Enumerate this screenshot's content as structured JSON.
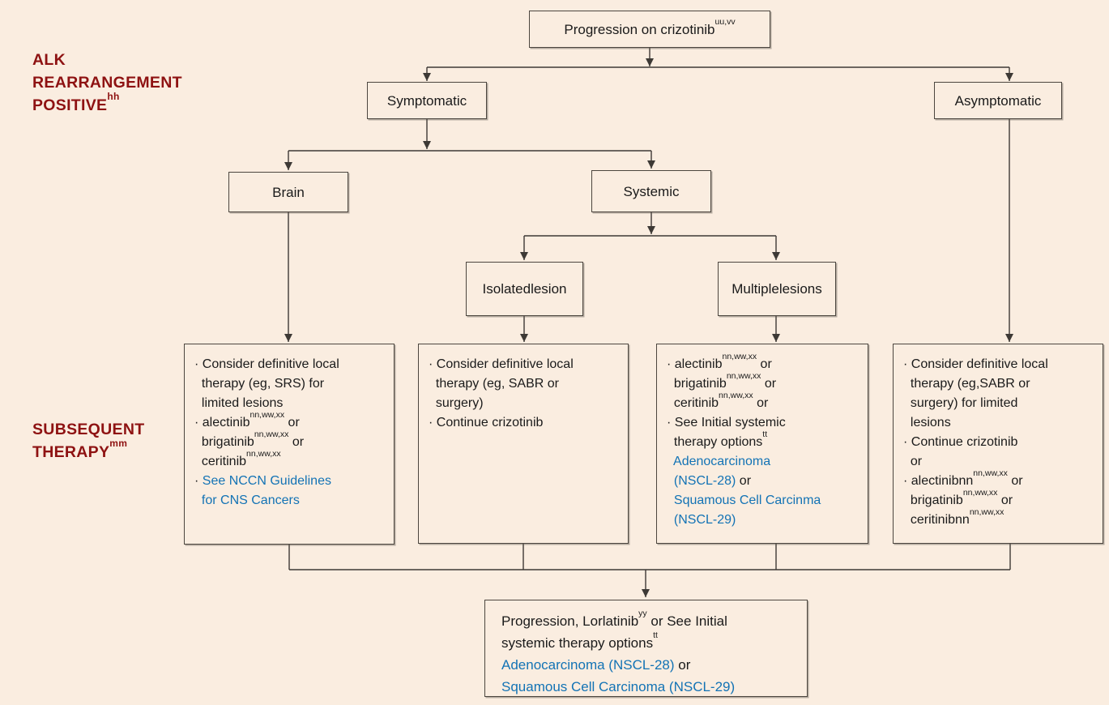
{
  "colors": {
    "background": "#FAEDE0",
    "box_border": "#4C463F",
    "line": "#3D3935",
    "heading": "#8E1212",
    "text": "#1A1A1A",
    "link": "#1373B5"
  },
  "labels": {
    "alk": [
      [
        {
          "t": "ALK"
        }
      ],
      [
        {
          "t": "REARRANGEMENT"
        }
      ],
      [
        {
          "t": "POSITIVE"
        },
        {
          "s": "hh"
        }
      ]
    ],
    "subsequent": [
      [
        {
          "t": "SUBSEQUENT"
        }
      ],
      [
        {
          "t": "THERAPY"
        },
        {
          "s": "mm"
        }
      ]
    ]
  },
  "nodes": {
    "progression": [
      [
        {
          "t": "Progression on crizotinib"
        },
        {
          "s": "uu,vv"
        }
      ]
    ],
    "symptomatic": [
      [
        {
          "t": "Symptomatic"
        }
      ]
    ],
    "asymptomatic": [
      [
        {
          "t": "Asymptomatic"
        }
      ]
    ],
    "brain": [
      [
        {
          "t": "Brain"
        }
      ]
    ],
    "systemic": [
      [
        {
          "t": "Systemic"
        }
      ]
    ],
    "isolated_lesion": [
      [
        {
          "t": "Isolated"
        }
      ],
      [
        {
          "t": "lesion"
        }
      ]
    ],
    "multiple_lesions": [
      [
        {
          "t": "Multiple"
        }
      ],
      [
        {
          "t": "lesions"
        }
      ]
    ],
    "therapy_brain": [
      [
        {
          "t": "· Consider definitive local"
        }
      ],
      [
        {
          "t": "  therapy (eg, SRS) for"
        }
      ],
      [
        {
          "t": "  limited lesions"
        }
      ],
      [
        {
          "t": "· alectinib"
        },
        {
          "s": "nn,ww,xx"
        },
        {
          "t": " or"
        }
      ],
      [
        {
          "t": "  brigatinib"
        },
        {
          "s": "nn,ww,xx"
        },
        {
          "t": " or"
        }
      ],
      [
        {
          "t": "  ceritinib"
        },
        {
          "s": "nn,ww,xx"
        }
      ],
      [
        {
          "t": "· "
        },
        {
          "t": "See NCCN Guidelines",
          "b": true
        }
      ],
      [
        {
          "t": "  "
        },
        {
          "t": "for CNS Cancers",
          "b": true
        }
      ]
    ],
    "therapy_isolated": [
      [
        {
          "t": "· Consider definitive local"
        }
      ],
      [
        {
          "t": "  therapy (eg, SABR or"
        }
      ],
      [
        {
          "t": "  surgery)"
        }
      ],
      [
        {
          "t": "· Continue crizotinib"
        }
      ]
    ],
    "therapy_multiple": [
      [
        {
          "t": "· alectinib"
        },
        {
          "s": "nn,ww,xx"
        },
        {
          "t": " or"
        }
      ],
      [
        {
          "t": "  brigatinib"
        },
        {
          "s": "nn,ww,xx"
        },
        {
          "t": " or"
        }
      ],
      [
        {
          "t": "  ceritinib"
        },
        {
          "s": "nn,ww,xx"
        },
        {
          "t": " or"
        }
      ],
      [
        {
          "t": "· See Initial systemic"
        }
      ],
      [
        {
          "t": "  therapy options"
        },
        {
          "s": "tt"
        }
      ],
      [
        {
          "t": "  "
        },
        {
          "t": "Adenocarcinoma",
          "b": true
        }
      ],
      [
        {
          "t": "  "
        },
        {
          "t": "(NSCL-28)",
          "b": true
        },
        {
          "t": " or"
        }
      ],
      [
        {
          "t": "  "
        },
        {
          "t": "Squamous Cell Carcinma",
          "b": true
        }
      ],
      [
        {
          "t": "  "
        },
        {
          "t": "(NSCL-29)",
          "b": true
        }
      ]
    ],
    "therapy_asymptomatic": [
      [
        {
          "t": "· Consider definitive local"
        }
      ],
      [
        {
          "t": "  therapy (eg,SABR or"
        }
      ],
      [
        {
          "t": "  surgery) for limited"
        }
      ],
      [
        {
          "t": "  lesions"
        }
      ],
      [
        {
          "t": "· Continue crizotinib"
        }
      ],
      [
        {
          "t": "  or"
        }
      ],
      [
        {
          "t": "· alectinibnn"
        },
        {
          "s": "nn,ww,xx"
        },
        {
          "t": " or"
        }
      ],
      [
        {
          "t": "  brigatinib"
        },
        {
          "s": "nn,ww,xx"
        },
        {
          "t": " or"
        }
      ],
      [
        {
          "t": "  ceritinibnn"
        },
        {
          "s": "nn,ww,xx"
        }
      ]
    ],
    "progression_next": [
      [
        {
          "t": "Progression, Lorlatinib"
        },
        {
          "s": "yy"
        },
        {
          "t": " or See Initial"
        }
      ],
      [
        {
          "t": "systemic therapy options"
        },
        {
          "s": "tt"
        }
      ],
      [
        {
          "t": "Adenocarcinoma (NSCL-28)",
          "b": true
        },
        {
          "t": " or"
        }
      ],
      [
        {
          "t": "Squamous Cell Carcinoma (NSCL-29)",
          "b": true
        }
      ]
    ]
  },
  "edges": [
    {
      "from": "progression-on-crizotinib",
      "to": "symptomatic"
    },
    {
      "from": "progression-on-crizotinib",
      "to": "asymptomatic"
    },
    {
      "from": "symptomatic",
      "to": "brain"
    },
    {
      "from": "symptomatic",
      "to": "systemic"
    },
    {
      "from": "systemic",
      "to": "isolated-lesion"
    },
    {
      "from": "systemic",
      "to": "multiple-lesions"
    },
    {
      "from": "brain",
      "to": "therapy-brain"
    },
    {
      "from": "isolated-lesion",
      "to": "therapy-isolated"
    },
    {
      "from": "multiple-lesions",
      "to": "therapy-multiple"
    },
    {
      "from": "asymptomatic",
      "to": "therapy-asymptomatic"
    },
    {
      "from": "therapy-brain",
      "to": "progression-next"
    },
    {
      "from": "therapy-isolated",
      "to": "progression-next"
    },
    {
      "from": "therapy-multiple",
      "to": "progression-next"
    },
    {
      "from": "therapy-asymptomatic",
      "to": "progression-next"
    }
  ]
}
